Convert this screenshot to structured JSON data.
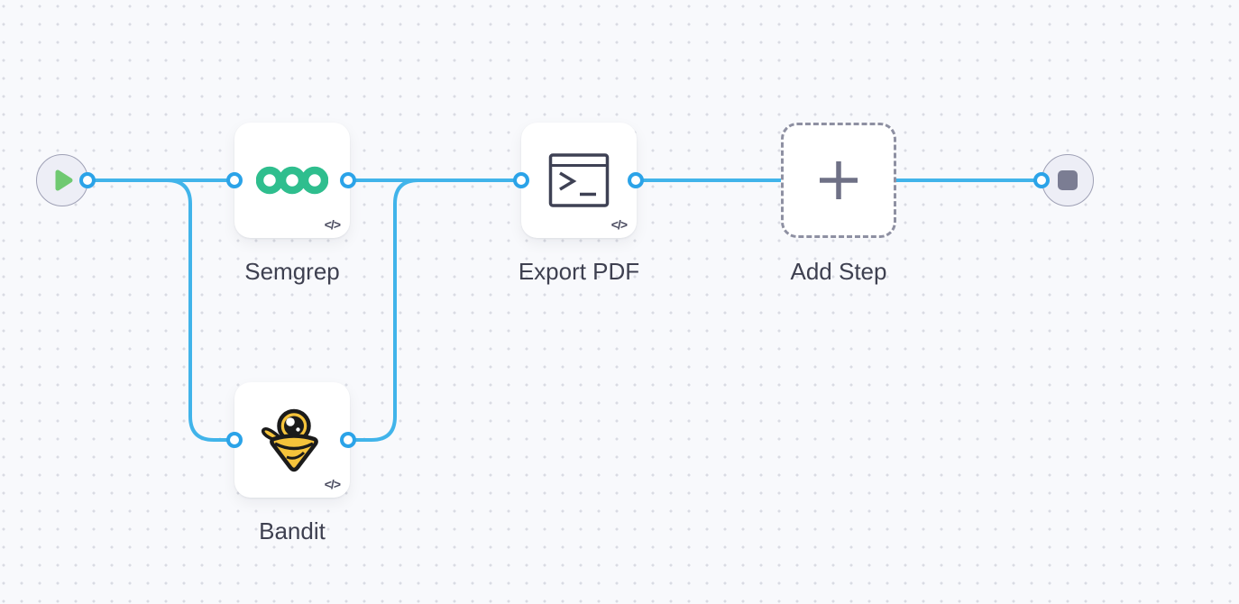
{
  "workflow": {
    "nodes": {
      "semgrep": {
        "label": "Semgrep",
        "badge": "</>"
      },
      "bandit": {
        "label": "Bandit",
        "badge": "</>"
      },
      "export_pdf": {
        "label": "Export PDF",
        "badge": "</>"
      },
      "add_step": {
        "label": "Add Step"
      }
    },
    "colors": {
      "canvas_background": "#F8F9FC",
      "grid_dot": "#D9DBE3",
      "edge": "#41B4EA",
      "port_ring": "#2BA3E8",
      "label_text": "#3E4050",
      "semgrep_green": "#2FBE8E",
      "bandit_yellow": "#F5C33B",
      "play_green": "#6FC971",
      "stop_square": "#7B7D93",
      "dashed_border": "#8E90A2",
      "terminal_icon": "#3E4154",
      "plus_icon": "#6F7186",
      "round_node_fill": "#EDEEF6",
      "round_node_border": "#9EA0B5"
    }
  }
}
